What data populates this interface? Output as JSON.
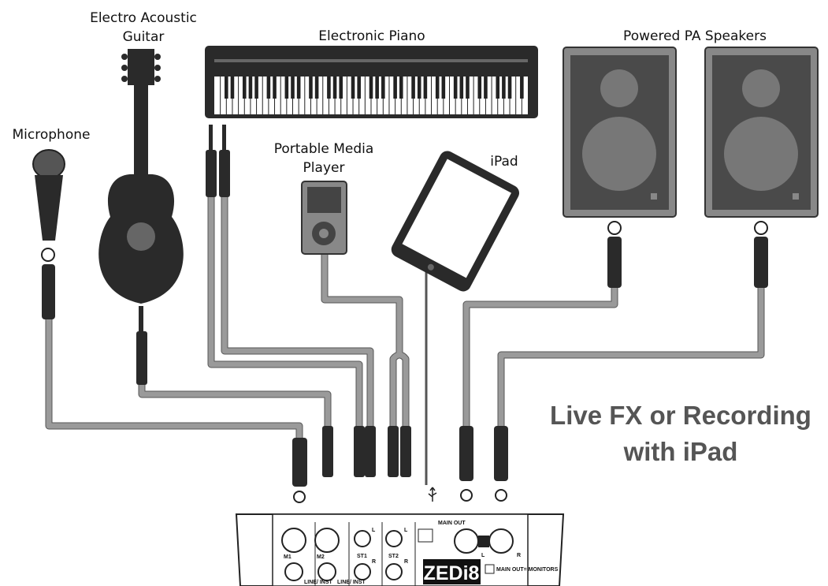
{
  "labels": {
    "microphone": "Microphone",
    "guitar_line1": "Electro Acoustic",
    "guitar_line2": "Guitar",
    "piano": "Electronic Piano",
    "speakers": "Powered PA Speakers",
    "media_line1": "Portable Media",
    "media_line2": "Player",
    "ipad": "iPad"
  },
  "headline": {
    "line1": "Live FX or Recording",
    "line2": "with iPad"
  },
  "mixer": {
    "brand": "ZEDi8",
    "m1": "M1",
    "m2": "M2",
    "st1": "ST1",
    "st2": "ST2",
    "line_inst": "LINE/ INST",
    "main_out": "MAIN OUT",
    "left": "L",
    "right": "R",
    "monitors_switch": "MAIN OUT= MONITORS"
  },
  "colors": {
    "cable": "#9a9a9a",
    "device": "#3a3a3a",
    "speaker_face": "#4a4a4a",
    "speaker_cone": "#777777"
  }
}
